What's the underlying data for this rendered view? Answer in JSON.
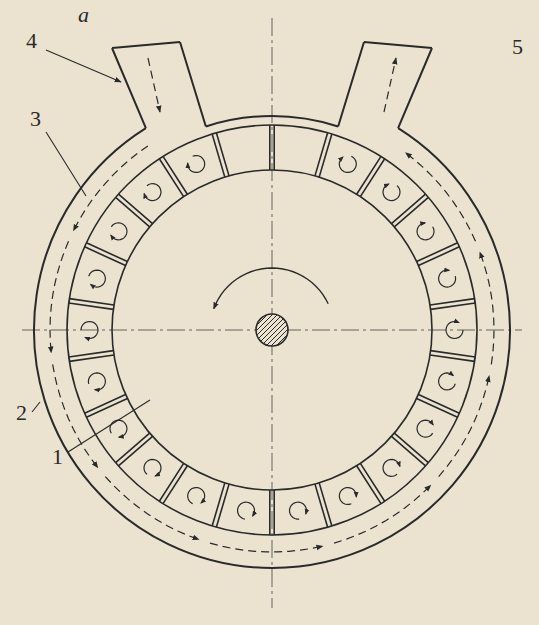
{
  "diagram": {
    "labels": [
      "a",
      "4",
      "5",
      "3",
      "2",
      "1"
    ]
  }
}
